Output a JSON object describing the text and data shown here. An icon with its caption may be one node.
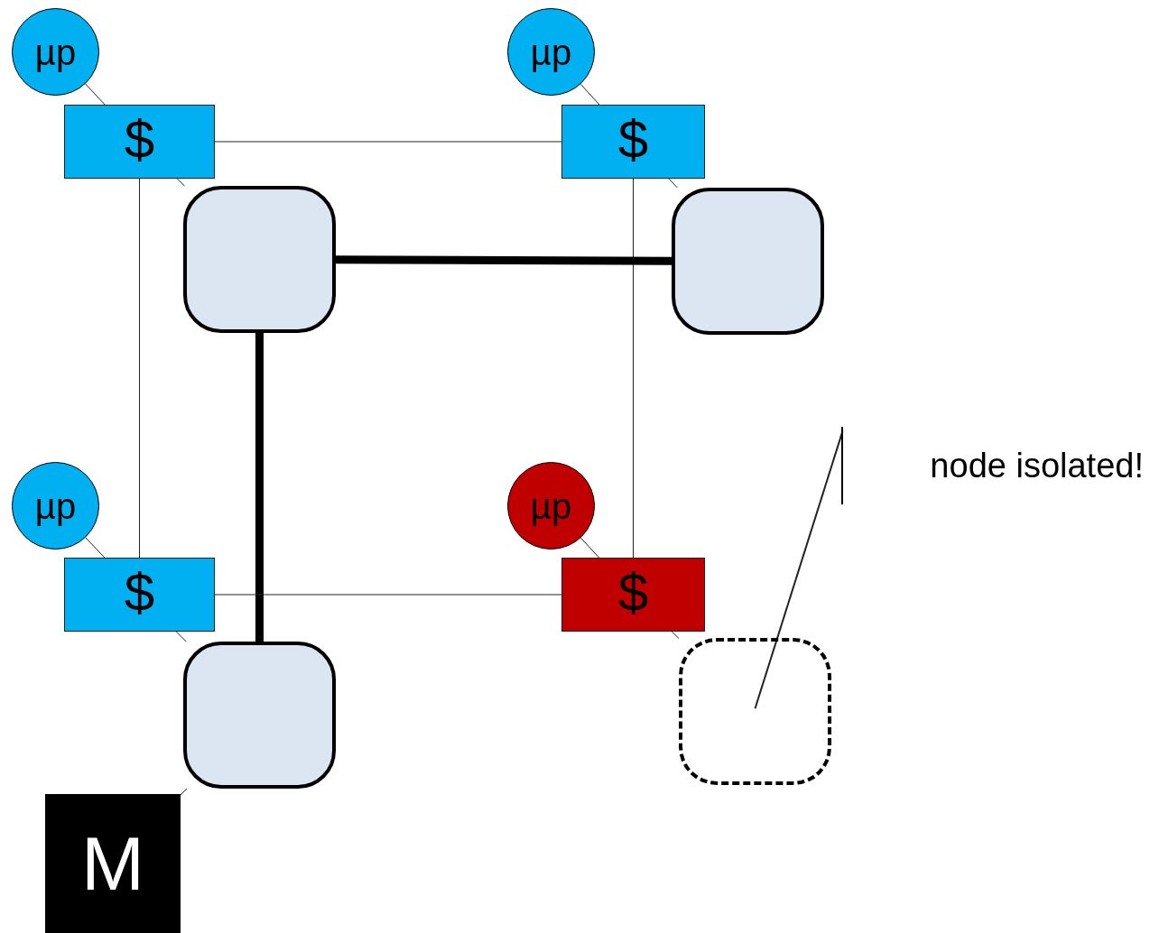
{
  "diagram": {
    "nodes": [
      {
        "text": [
          "µp"
        ]
      },
      {
        "text": [
          "µp"
        ]
      },
      {
        "text": [
          "$"
        ]
      },
      {
        "text": [
          "$"
        ]
      },
      {
        "text": [],
        "shape": "box"
      },
      {
        "text": [],
        "shape": "box"
      },
      {
        "text": [
          "node isolated!"
        ]
      },
      {
        "text": [
          "µp"
        ]
      },
      {
        "text": [
          "µp"
        ]
      },
      {
        "text": [
          "$"
        ]
      },
      {
        "text": [
          "$"
        ]
      },
      {
        "text": [],
        "shape": "box"
      },
      {
        "text": [],
        "shape": "box"
      },
      {
        "text": [
          "M"
        ]
      }
    ],
    "edges": [
      {
        "from": 0,
        "to": 2,
        "arrow": "none"
      },
      {
        "from": 1,
        "to": 3,
        "arrow": "none"
      },
      {
        "from": 2,
        "to": 3,
        "arrow": "none"
      },
      {
        "from": 2,
        "to": 4,
        "arrow": "none"
      },
      {
        "from": 3,
        "to": 5,
        "arrow": "none"
      },
      {
        "from": 2,
        "to": 9,
        "arrow": "none"
      },
      {
        "from": 3,
        "to": 10,
        "arrow": "none"
      },
      {
        "from": 4,
        "to": 5,
        "arrow": "none",
        "style": "thick"
      },
      {
        "from": 4,
        "to": 11,
        "arrow": "none",
        "style": "thick"
      },
      {
        "from": 7,
        "to": 9,
        "arrow": "none"
      },
      {
        "from": 8,
        "to": 10,
        "arrow": "none"
      },
      {
        "from": 9,
        "to": 10,
        "arrow": "none"
      },
      {
        "from": 9,
        "to": 11,
        "arrow": "none"
      },
      {
        "from": 10,
        "to": 12,
        "arrow": "none"
      },
      {
        "from": 13,
        "to": 11,
        "arrow": "none"
      },
      {
        "from": 6,
        "to": 12,
        "arrow": "none"
      }
    ]
  }
}
